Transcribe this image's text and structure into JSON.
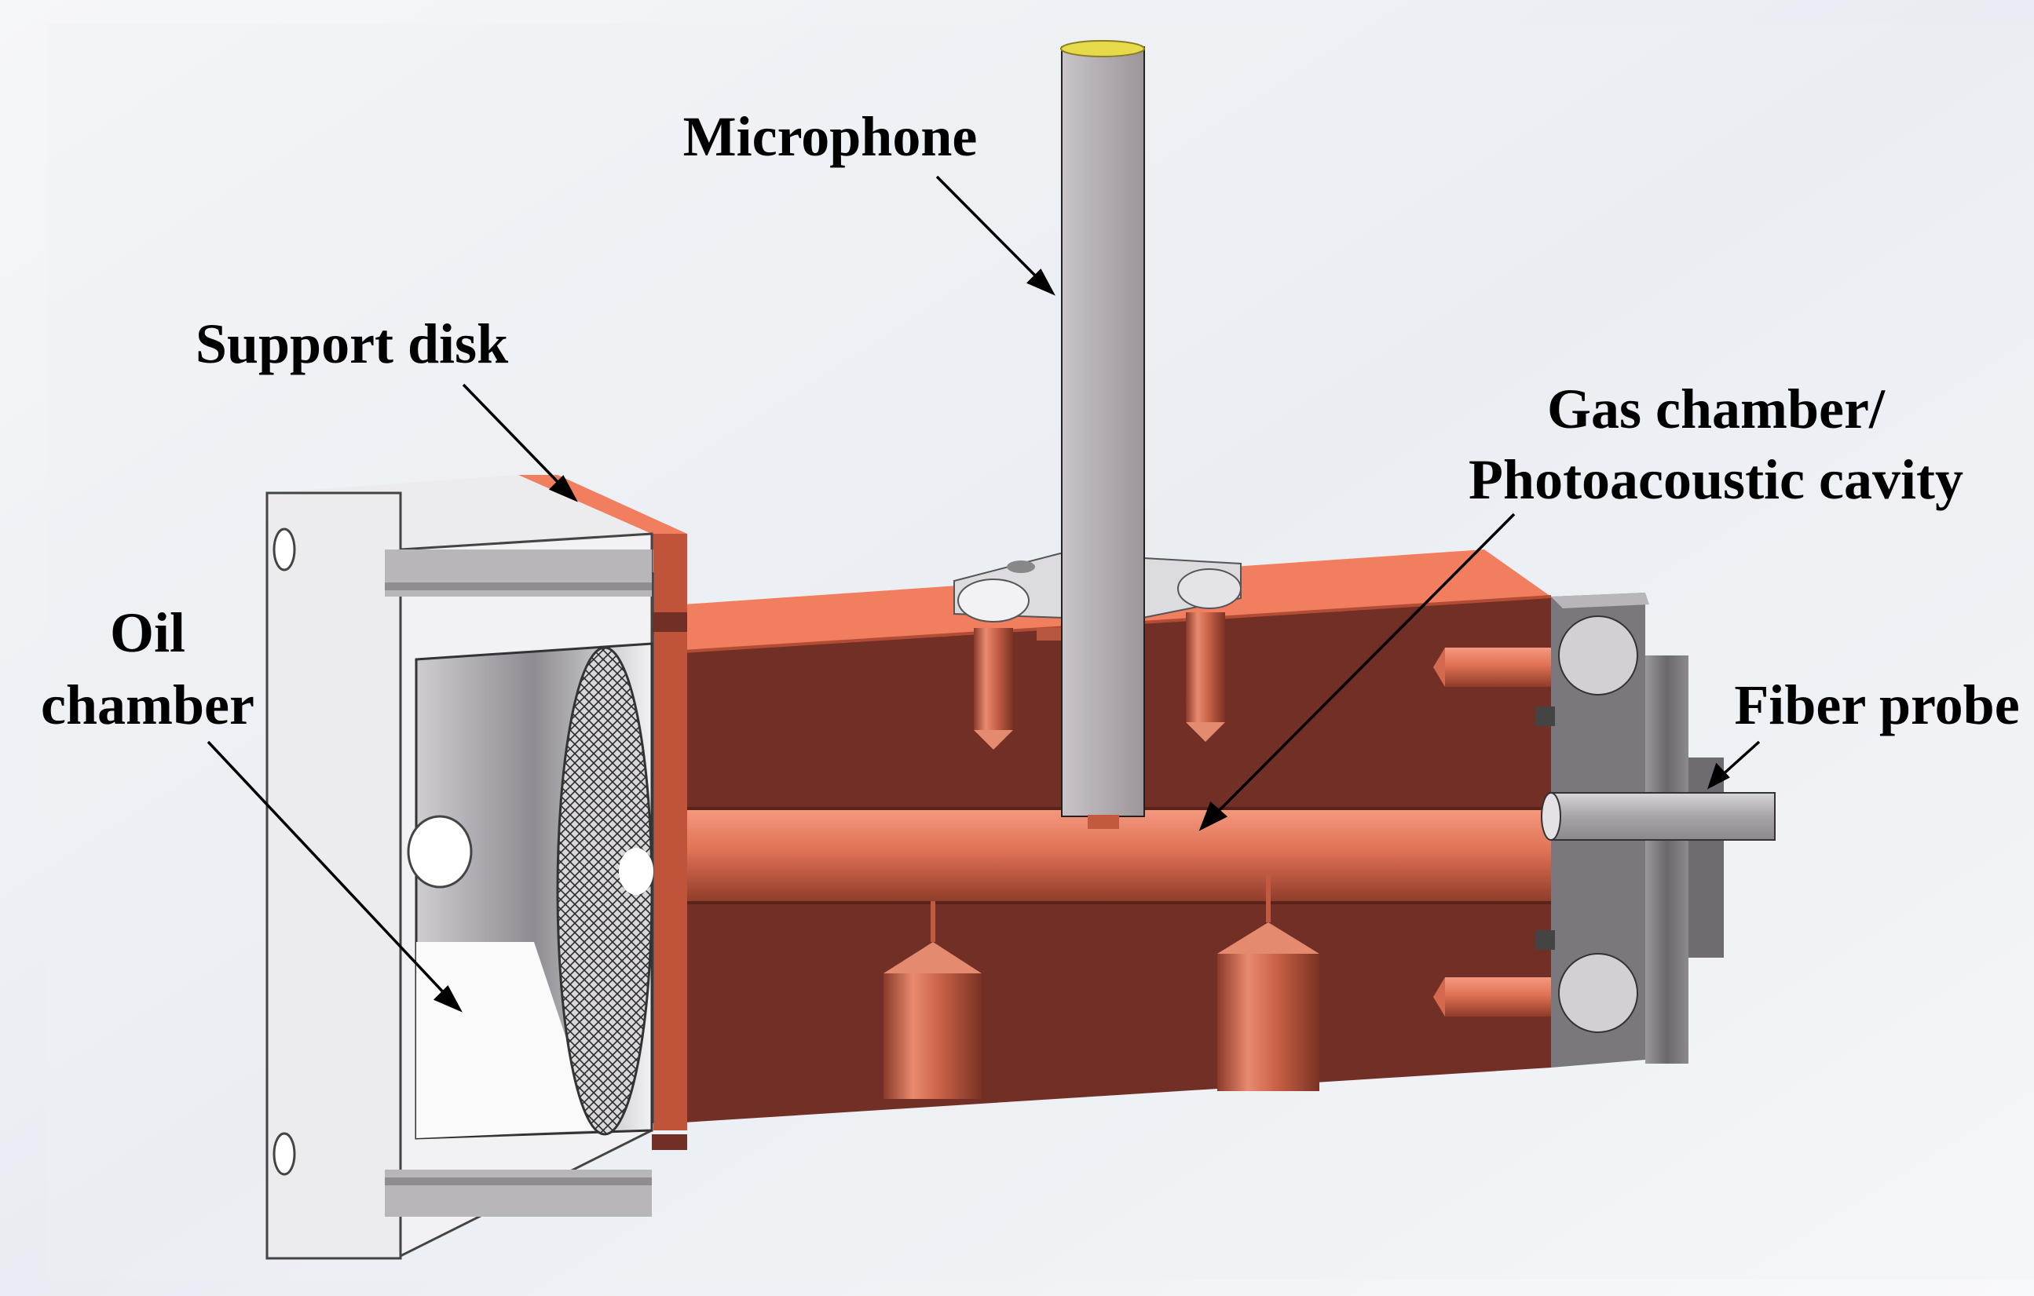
{
  "labels": {
    "microphone": "Microphone",
    "support_disk": "Support disk",
    "gas_chamber_line1": "Gas chamber/",
    "gas_chamber_line2": "Photoacoustic cavity",
    "oil_line1": "Oil",
    "oil_line2": "chamber",
    "fiber_probe": "Fiber probe"
  },
  "colors": {
    "copper_cut": "#722F25",
    "copper_light": "#F07E5F",
    "copper_mid": "#C0543A",
    "aluminum_light": "#ECECEE",
    "aluminum_mid": "#B8B6BA",
    "aluminum_dark": "#6E6C70",
    "rod": "#B1AAAF",
    "rod_top": "#E6D94A"
  }
}
